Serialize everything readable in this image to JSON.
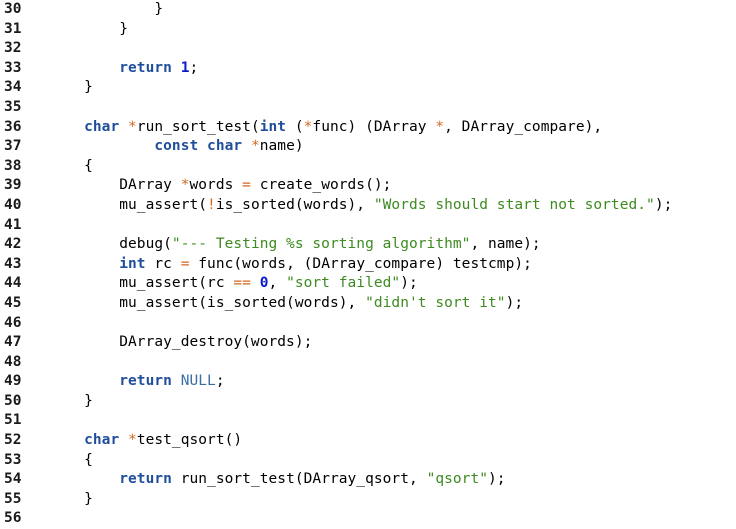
{
  "editor": {
    "language": "C",
    "background_color": "#ffffff",
    "gutter_text_color": "#1a1a1a",
    "first_line_number": 30,
    "last_line_number": 56,
    "colors": {
      "keyword": "#1f4e9c",
      "type": "#1f4e9c",
      "constant": "#3a6ea5",
      "number": "#0a18cc",
      "string": "#3d8b21",
      "operator": "#d2691e",
      "plain": "#000000"
    }
  },
  "lines": [
    {
      "number": "30",
      "text": "            }",
      "tokens": [
        {
          "t": "            }",
          "c": "plain"
        }
      ]
    },
    {
      "number": "31",
      "text": "        }",
      "tokens": [
        {
          "t": "        }",
          "c": "plain"
        }
      ]
    },
    {
      "number": "32",
      "text": "",
      "tokens": []
    },
    {
      "number": "33",
      "text": "        return 1;",
      "tokens": [
        {
          "t": "        ",
          "c": "plain"
        },
        {
          "t": "return",
          "c": "keyword"
        },
        {
          "t": " ",
          "c": "plain"
        },
        {
          "t": "1",
          "c": "number"
        },
        {
          "t": ";",
          "c": "plain"
        }
      ]
    },
    {
      "number": "34",
      "text": "    }",
      "tokens": [
        {
          "t": "    }",
          "c": "plain"
        }
      ]
    },
    {
      "number": "35",
      "text": "",
      "tokens": []
    },
    {
      "number": "36",
      "text": "    char *run_sort_test(int (*func) (DArray *, DArray_compare),",
      "tokens": [
        {
          "t": "    ",
          "c": "plain"
        },
        {
          "t": "char",
          "c": "type"
        },
        {
          "t": " ",
          "c": "plain"
        },
        {
          "t": "*",
          "c": "operator"
        },
        {
          "t": "run_sort_test(",
          "c": "plain"
        },
        {
          "t": "int",
          "c": "type"
        },
        {
          "t": " (",
          "c": "plain"
        },
        {
          "t": "*",
          "c": "operator"
        },
        {
          "t": "func) (DArray ",
          "c": "plain"
        },
        {
          "t": "*",
          "c": "operator"
        },
        {
          "t": ", DArray_compare),",
          "c": "plain"
        }
      ]
    },
    {
      "number": "37",
      "text": "            const char *name)",
      "tokens": [
        {
          "t": "            ",
          "c": "plain"
        },
        {
          "t": "const",
          "c": "keyword"
        },
        {
          "t": " ",
          "c": "plain"
        },
        {
          "t": "char",
          "c": "type"
        },
        {
          "t": " ",
          "c": "plain"
        },
        {
          "t": "*",
          "c": "operator"
        },
        {
          "t": "name)",
          "c": "plain"
        }
      ]
    },
    {
      "number": "38",
      "text": "    {",
      "tokens": [
        {
          "t": "    {",
          "c": "plain"
        }
      ]
    },
    {
      "number": "39",
      "text": "        DArray *words = create_words();",
      "tokens": [
        {
          "t": "        DArray ",
          "c": "plain"
        },
        {
          "t": "*",
          "c": "operator"
        },
        {
          "t": "words ",
          "c": "plain"
        },
        {
          "t": "=",
          "c": "operator"
        },
        {
          "t": " create_words();",
          "c": "plain"
        }
      ]
    },
    {
      "number": "40",
      "text": "        mu_assert(!is_sorted(words), \"Words should start not sorted.\");",
      "tokens": [
        {
          "t": "        mu_assert(",
          "c": "plain"
        },
        {
          "t": "!",
          "c": "operator"
        },
        {
          "t": "is_sorted(words), ",
          "c": "plain"
        },
        {
          "t": "\"Words should start not sorted.\"",
          "c": "string"
        },
        {
          "t": ");",
          "c": "plain"
        }
      ]
    },
    {
      "number": "41",
      "text": "",
      "tokens": []
    },
    {
      "number": "42",
      "text": "        debug(\"--- Testing %s sorting algorithm\", name);",
      "tokens": [
        {
          "t": "        debug(",
          "c": "plain"
        },
        {
          "t": "\"--- Testing %s sorting algorithm\"",
          "c": "string"
        },
        {
          "t": ", name);",
          "c": "plain"
        }
      ]
    },
    {
      "number": "43",
      "text": "        int rc = func(words, (DArray_compare) testcmp);",
      "tokens": [
        {
          "t": "        ",
          "c": "plain"
        },
        {
          "t": "int",
          "c": "type"
        },
        {
          "t": " rc ",
          "c": "plain"
        },
        {
          "t": "=",
          "c": "operator"
        },
        {
          "t": " func(words, (DArray_compare) testcmp);",
          "c": "plain"
        }
      ]
    },
    {
      "number": "44",
      "text": "        mu_assert(rc == 0, \"sort failed\");",
      "tokens": [
        {
          "t": "        mu_assert(rc ",
          "c": "plain"
        },
        {
          "t": "==",
          "c": "operator"
        },
        {
          "t": " ",
          "c": "plain"
        },
        {
          "t": "0",
          "c": "number"
        },
        {
          "t": ", ",
          "c": "plain"
        },
        {
          "t": "\"sort failed\"",
          "c": "string"
        },
        {
          "t": ");",
          "c": "plain"
        }
      ]
    },
    {
      "number": "45",
      "text": "        mu_assert(is_sorted(words), \"didn't sort it\");",
      "tokens": [
        {
          "t": "        mu_assert(is_sorted(words), ",
          "c": "plain"
        },
        {
          "t": "\"didn't sort it\"",
          "c": "string"
        },
        {
          "t": ");",
          "c": "plain"
        }
      ]
    },
    {
      "number": "46",
      "text": "",
      "tokens": []
    },
    {
      "number": "47",
      "text": "        DArray_destroy(words);",
      "tokens": [
        {
          "t": "        DArray_destroy(words);",
          "c": "plain"
        }
      ]
    },
    {
      "number": "48",
      "text": "",
      "tokens": []
    },
    {
      "number": "49",
      "text": "        return NULL;",
      "tokens": [
        {
          "t": "        ",
          "c": "plain"
        },
        {
          "t": "return",
          "c": "keyword"
        },
        {
          "t": " ",
          "c": "plain"
        },
        {
          "t": "NULL",
          "c": "constant"
        },
        {
          "t": ";",
          "c": "plain"
        }
      ]
    },
    {
      "number": "50",
      "text": "    }",
      "tokens": [
        {
          "t": "    }",
          "c": "plain"
        }
      ]
    },
    {
      "number": "51",
      "text": "",
      "tokens": []
    },
    {
      "number": "52",
      "text": "    char *test_qsort()",
      "tokens": [
        {
          "t": "    ",
          "c": "plain"
        },
        {
          "t": "char",
          "c": "type"
        },
        {
          "t": " ",
          "c": "plain"
        },
        {
          "t": "*",
          "c": "operator"
        },
        {
          "t": "test_qsort()",
          "c": "plain"
        }
      ]
    },
    {
      "number": "53",
      "text": "    {",
      "tokens": [
        {
          "t": "    {",
          "c": "plain"
        }
      ]
    },
    {
      "number": "54",
      "text": "        return run_sort_test(DArray_qsort, \"qsort\");",
      "tokens": [
        {
          "t": "        ",
          "c": "plain"
        },
        {
          "t": "return",
          "c": "keyword"
        },
        {
          "t": " run_sort_test(DArray_qsort, ",
          "c": "plain"
        },
        {
          "t": "\"qsort\"",
          "c": "string"
        },
        {
          "t": ");",
          "c": "plain"
        }
      ]
    },
    {
      "number": "55",
      "text": "    }",
      "tokens": [
        {
          "t": "    }",
          "c": "plain"
        }
      ]
    },
    {
      "number": "56",
      "text": "",
      "tokens": []
    }
  ]
}
